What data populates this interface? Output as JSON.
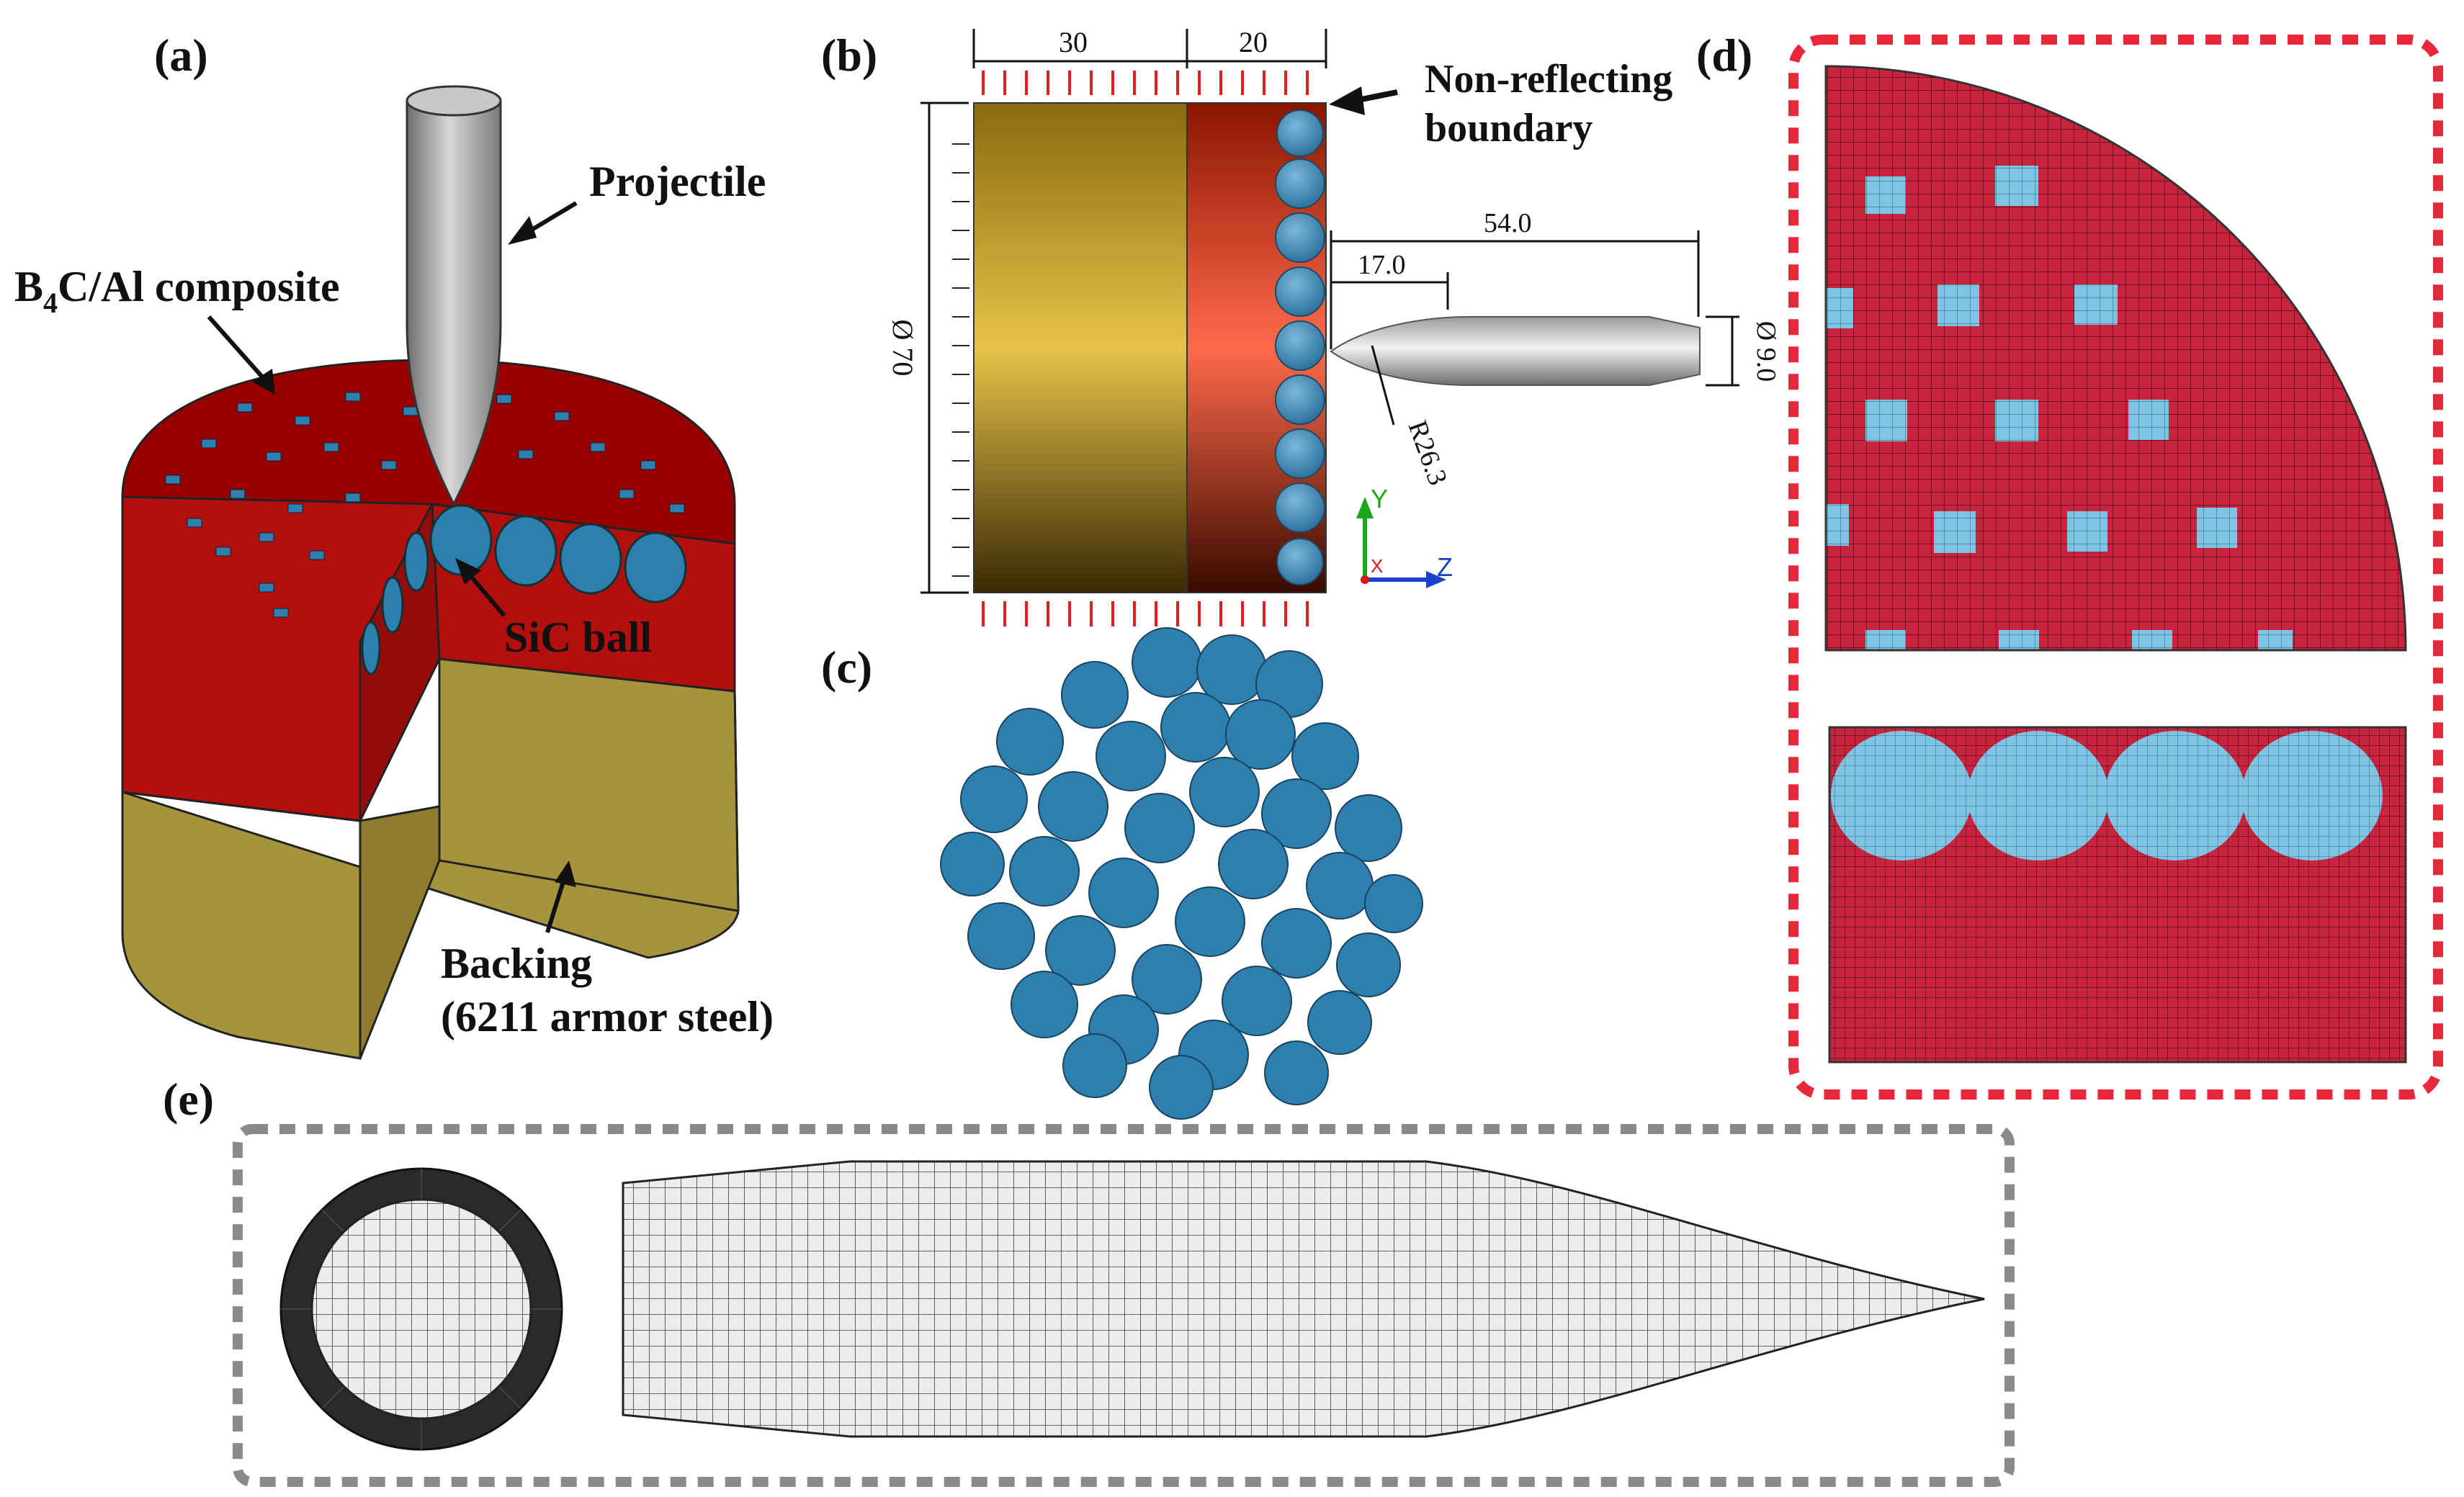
{
  "panels": {
    "a": {
      "label": "(a)",
      "projectile": "Projectile",
      "composite_main": "B",
      "composite_sub": "4",
      "composite_rest": "C/Al composite",
      "sic": "SiC ball",
      "backing_line1": "Backing",
      "backing_line2": "(6211 armor steel)"
    },
    "b": {
      "label": "(b)",
      "dim_30": "30",
      "dim_20": "20",
      "dim_70": "Ø 70",
      "nrb_line1": "Non-reflecting",
      "nrb_line2": "boundary",
      "dim_54": "54.0",
      "dim_17": "17.0",
      "dim_9": "Ø 9.0",
      "radius": "R26.3",
      "axis_y": "Y",
      "axis_z": "Z",
      "axis_x": "X"
    },
    "c": {
      "label": "(c)"
    },
    "d": {
      "label": "(d)"
    },
    "e": {
      "label": "(e)"
    }
  },
  "colors": {
    "composite_red": "#990000",
    "composite_red_side": "#b40f0f",
    "steel_olive": "#a6943c",
    "sic_blue": "#2f7fae",
    "mesh_red": "#c8243e",
    "mesh_blue": "#7fc4e4",
    "dashed_red": "#e8283a",
    "dashed_gray": "#8a8a8a"
  },
  "icons": [
    "boundary-arrow-icon",
    "coordinate-axes-icon"
  ]
}
